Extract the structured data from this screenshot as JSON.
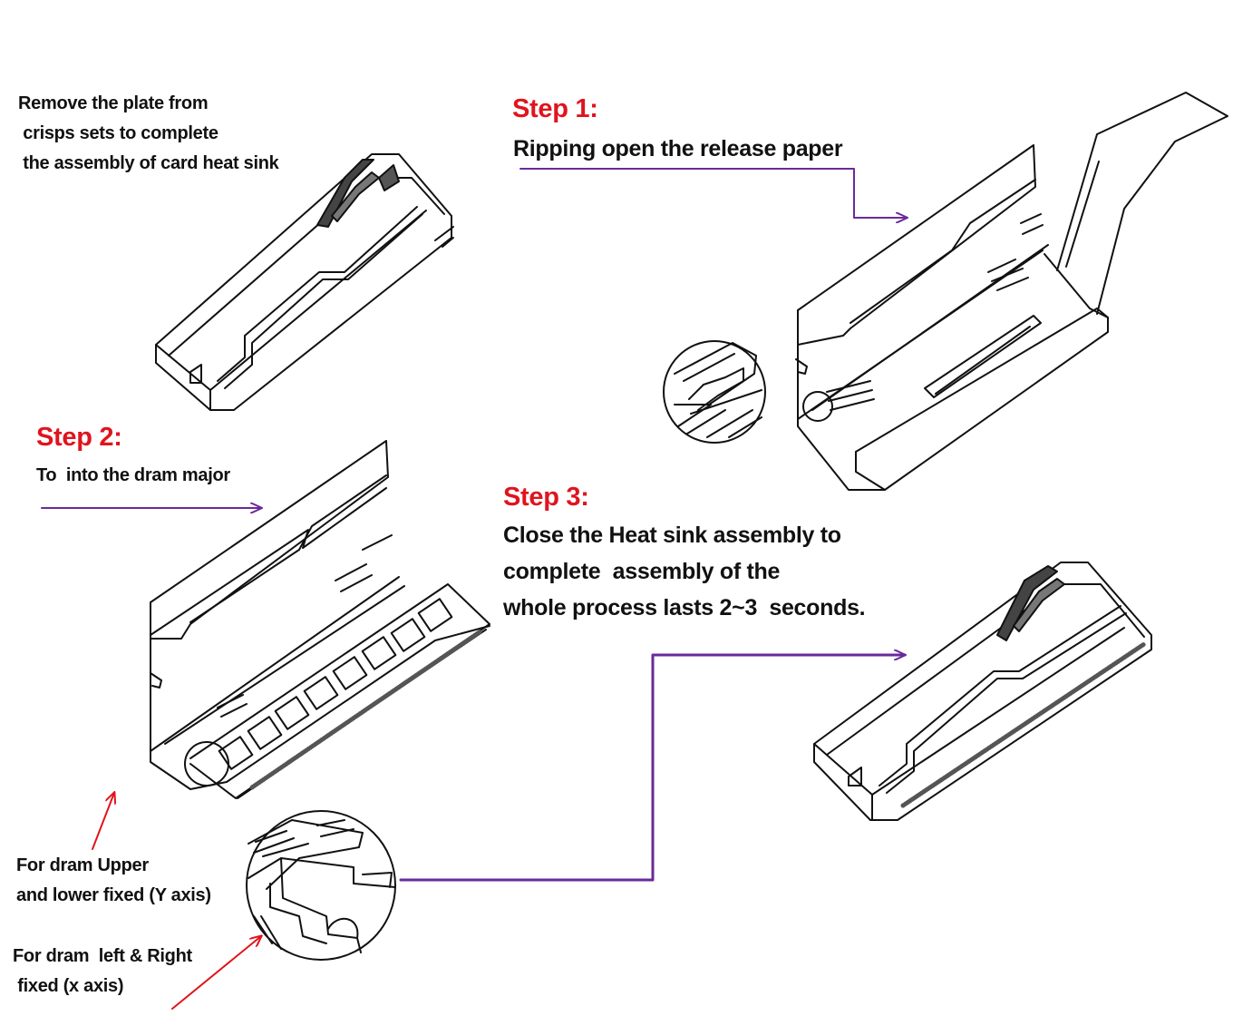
{
  "intro": {
    "lines": [
      "Remove the plate from",
      " crisps sets to complete",
      " the assembly of card heat sink"
    ]
  },
  "step1": {
    "label": "Step 1:",
    "desc": "Ripping open the release paper"
  },
  "step2": {
    "label": "Step 2:",
    "desc": "To  into the dram major"
  },
  "step3": {
    "label": "Step 3:",
    "lines": [
      "Close the Heat sink assembly to",
      "complete  assembly of the",
      "whole process lasts 2~3  seconds."
    ]
  },
  "notes": {
    "y_axis": [
      "For dram Upper",
      "and lower fixed (Y axis)"
    ],
    "x_axis": [
      "For dram  left & Right",
      " fixed (x axis)"
    ]
  },
  "colors": {
    "step_label": "#e0141e",
    "arrow_purple": "#6a2a9a",
    "arrow_red": "#e0141e",
    "line_art": "#111111"
  }
}
